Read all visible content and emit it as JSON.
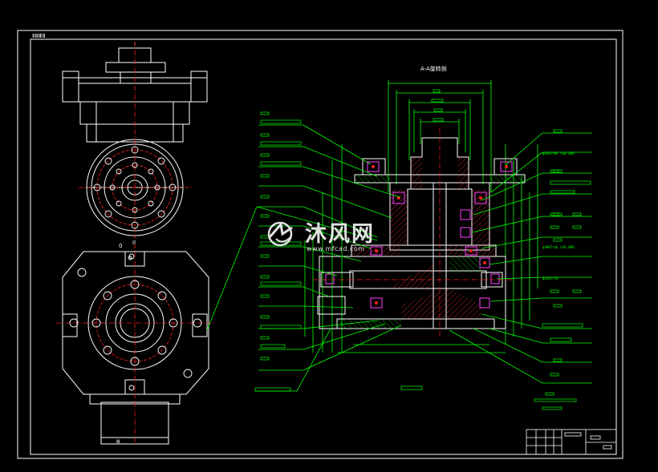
{
  "drawing": {
    "corner_stamp": "ⅡⅢⅢⅡ",
    "section_title": "A-A旋转剖",
    "top_view_label": "I",
    "side_view_label": "II",
    "bottom_label": "Ⅲ"
  },
  "watermark": {
    "name": "沐风网",
    "url": "www.mfcad.com"
  },
  "annotations": {
    "fit_1": "φ40H7/m6 (GB-3B8)",
    "fit_2": "φ30H7/k6 (GB-3B8)",
    "fit_3": "φ35H7/f6"
  },
  "colors": {
    "frame": "#ffffff",
    "part": "#ffffff",
    "leader": "#00ff00",
    "centerline": "#ff2020",
    "hatch": "#ff3030",
    "bolt": "#ff40ff",
    "dimension": "#00ff00"
  }
}
